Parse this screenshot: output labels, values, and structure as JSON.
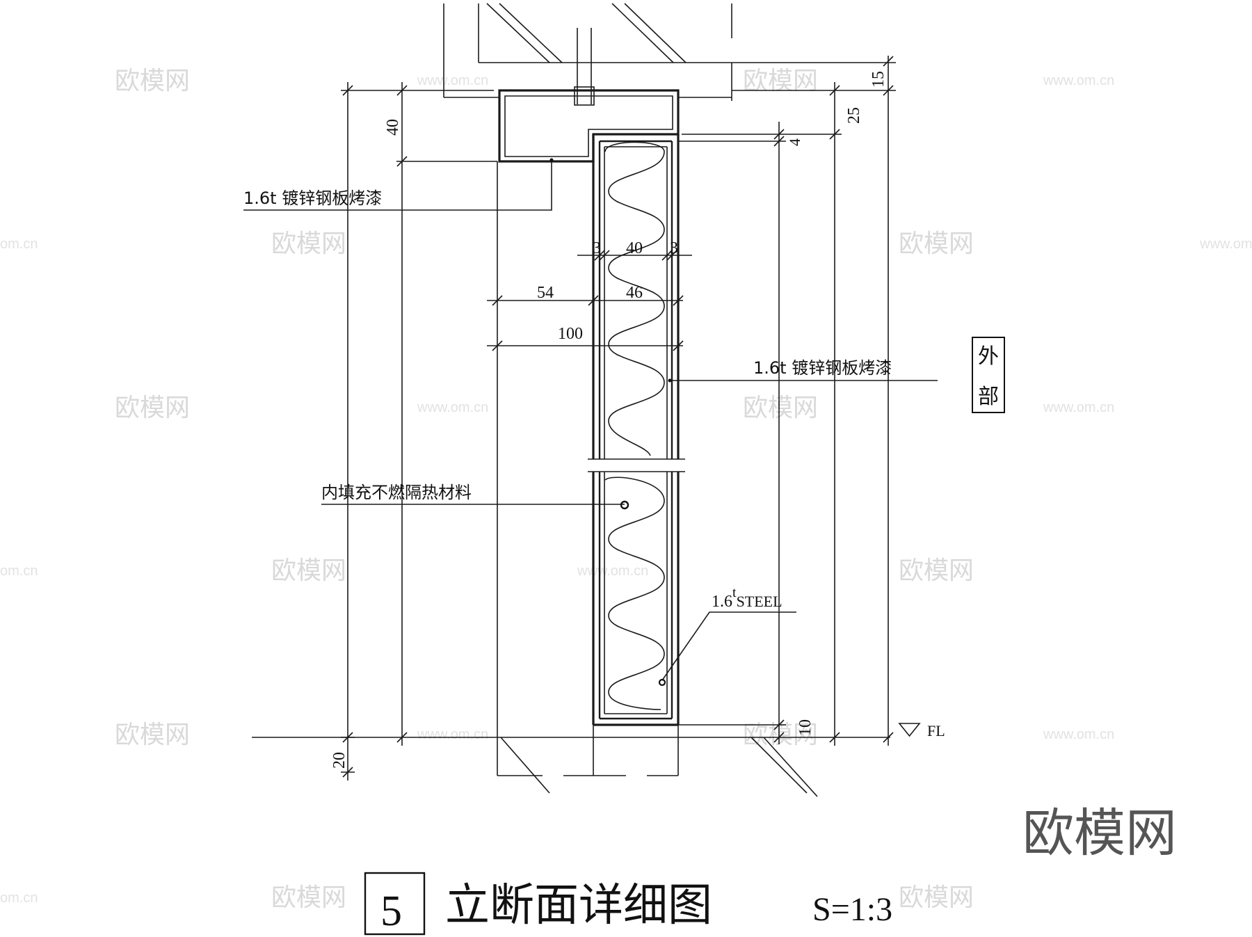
{
  "drawing": {
    "number": "5",
    "title": "立断面详细图",
    "scale": "S=1:3"
  },
  "labels": {
    "panel_top": "1.6t 镀锌钢板烤漆",
    "panel_face": "1.6t 镀锌钢板烤漆",
    "infill": "内填充不燃隔热材料",
    "steel_prefix": "1.6",
    "steel_sup": "t",
    "steel_suffix": "STEEL",
    "exterior_1": "外",
    "exterior_2": "部",
    "floor_level": "FL"
  },
  "dimensions": {
    "d40_top": "40",
    "d15": "15",
    "d25": "25",
    "d4": "4",
    "d3a": "3",
    "d40": "40",
    "d3b": "3",
    "d54": "54",
    "d46": "46",
    "d100": "100",
    "d10": "10",
    "d20": "20"
  },
  "watermark": {
    "brand": "欧模网",
    "url": "www.om.cn",
    "url_short": "om.cn"
  }
}
